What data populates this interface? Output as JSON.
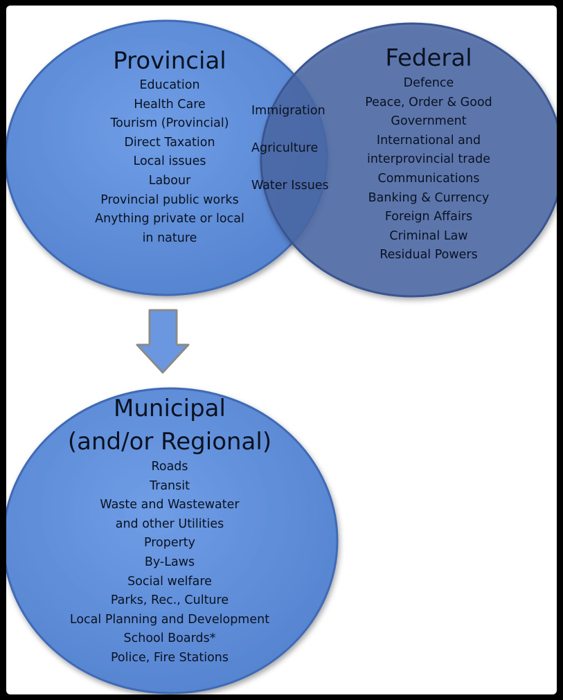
{
  "provincial": {
    "title": "Provincial",
    "items": [
      "Education",
      "Health Care",
      "Tourism (Provincial)",
      "Direct Taxation",
      "Local issues",
      "Labour",
      "Provincial public works",
      "Anything private or local",
      "in nature"
    ]
  },
  "federal": {
    "title": "Federal",
    "items": [
      "Defence",
      "Peace, Order & Good",
      "Government",
      "International and",
      "interprovincial trade",
      "Communications",
      "Banking & Currency",
      "Foreign Affairs",
      "Criminal Law",
      "Residual Powers"
    ]
  },
  "shared": {
    "items": [
      "Immigration",
      "Agriculture",
      "Water Issues"
    ]
  },
  "municipal": {
    "title_line1": "Municipal",
    "title_line2": "(and/or Regional)",
    "items": [
      "Roads",
      "Transit",
      "Waste and Wastewater",
      "and other Utilities",
      "Property",
      "By-Laws",
      "Social welfare",
      "Parks, Rec., Culture",
      "Local Planning and Development",
      "School Boards*",
      "Police, Fire Stations"
    ]
  },
  "colors": {
    "provincial_fill": "#5f8fdc",
    "federal_fill": "#4a68a6",
    "municipal_fill": "#5f8fdc",
    "arrow_fill": "#6b97e0",
    "text": "#0a1220"
  }
}
